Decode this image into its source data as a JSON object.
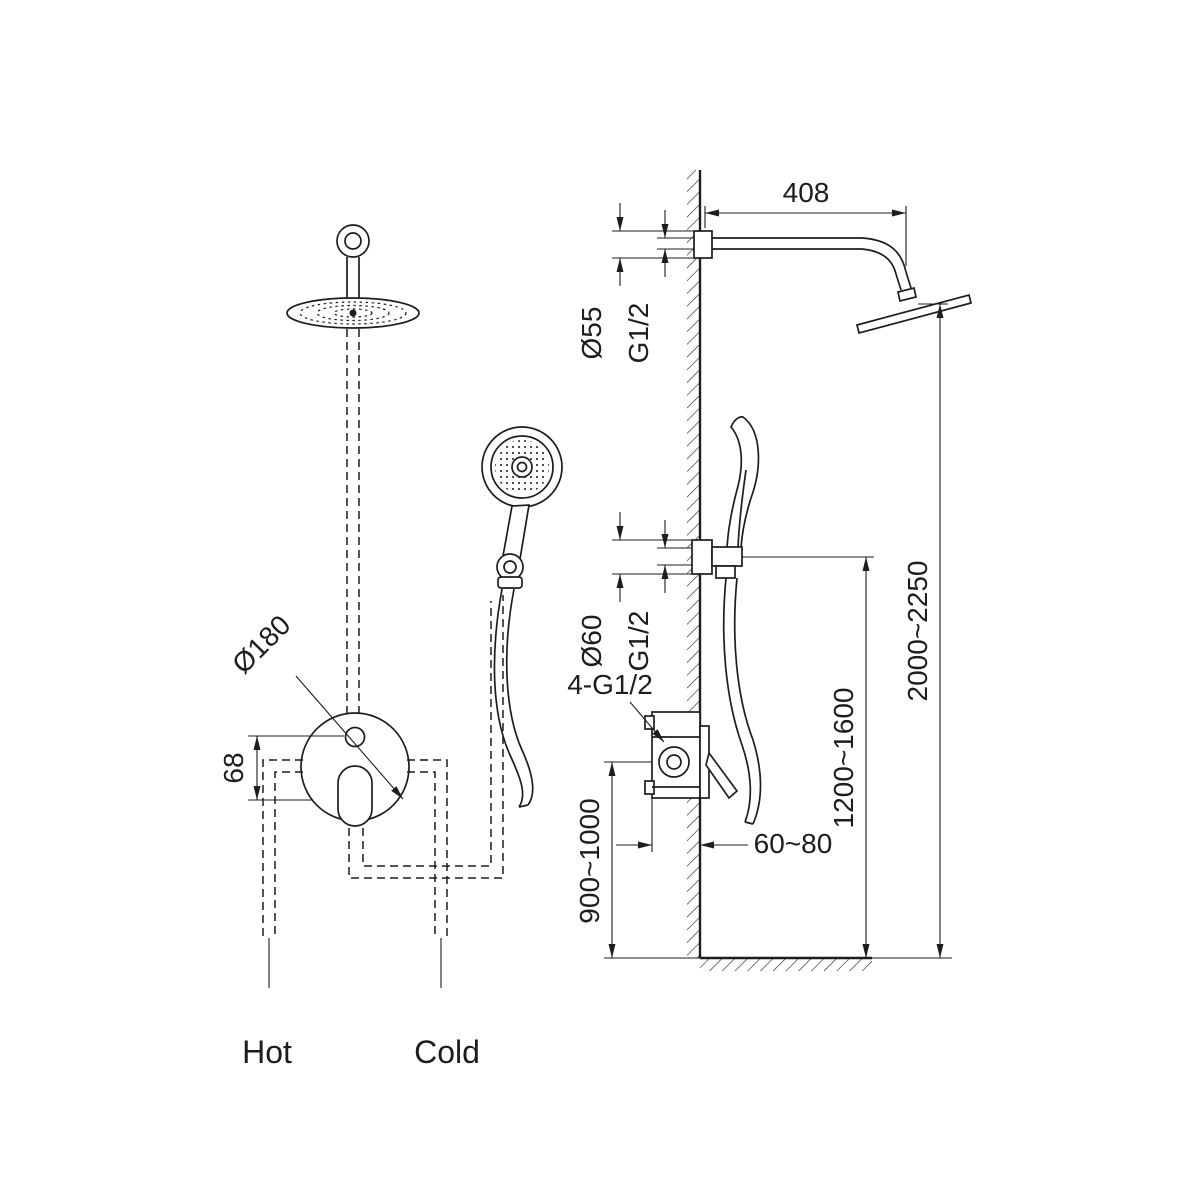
{
  "front_view": {
    "dia_plate": "Ø180",
    "dim_offset": "68",
    "hot_label": "Hot",
    "cold_label": "Cold"
  },
  "side_view": {
    "dim_arm_length": "408",
    "dia_arm_flange": "Ø55",
    "arm_thread": "G1/2",
    "dia_holder_flange": "Ø60",
    "holder_thread": "G1/2",
    "valve_connections": "4-G1/2",
    "dim_embed_depth": "60~80",
    "dim_valve_height": "900~1000",
    "dim_holder_height": "1200~1600",
    "dim_head_height": "2000~2250"
  },
  "colors": {
    "line": "#1d1d1d",
    "background": "#ffffff"
  }
}
